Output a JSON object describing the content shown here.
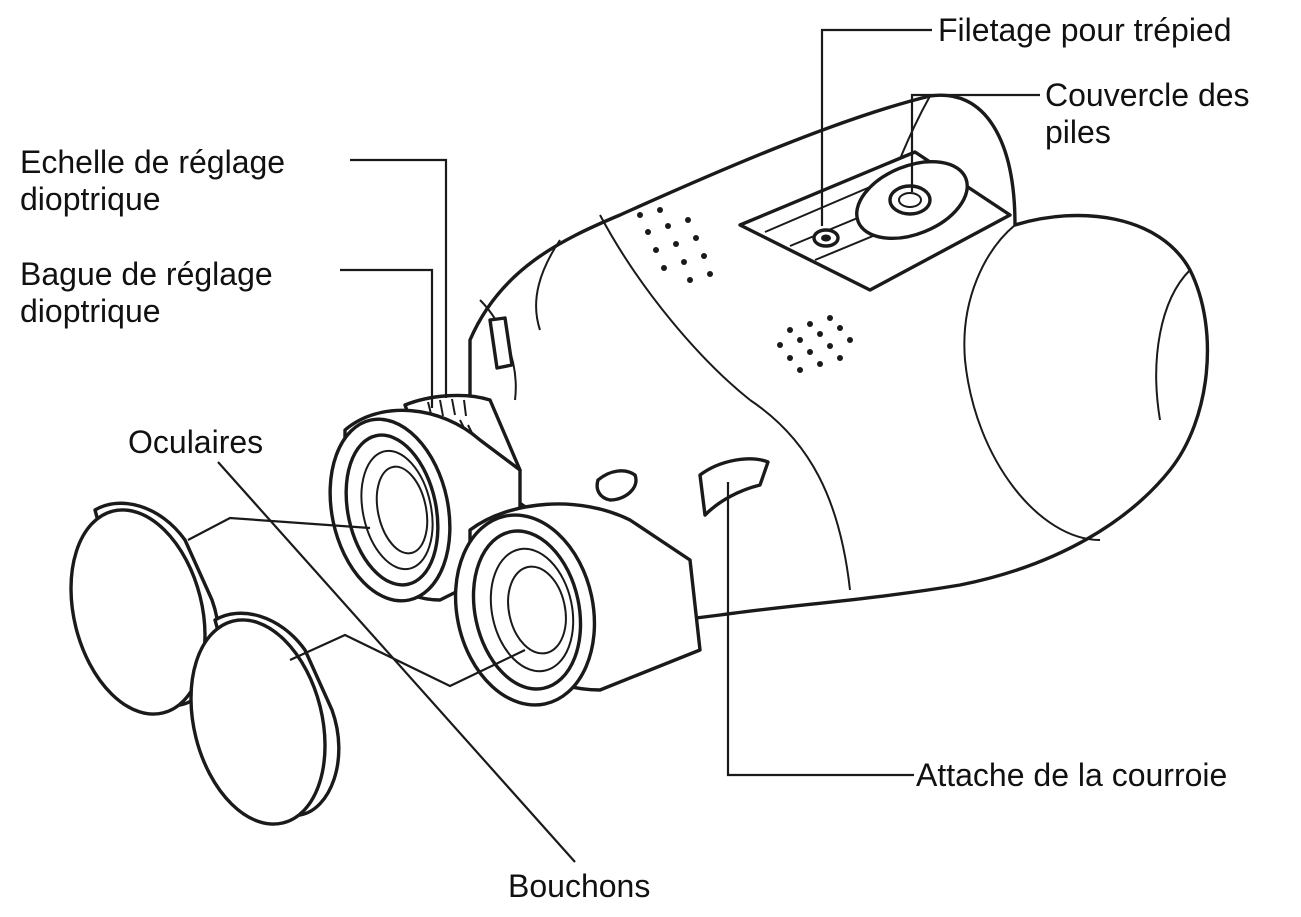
{
  "labels": {
    "tripod": "Filetage pour trépied",
    "battery_1": "Couvercle des",
    "battery_2": "piles",
    "scale_1": "Echelle de réglage",
    "scale_2": "dioptrique",
    "ring_1": "Bague de réglage",
    "ring_2": "dioptrique",
    "eyepieces": "Oculaires",
    "strap": "Attache de la courroie",
    "caps": "Bouchons"
  },
  "colors": {
    "ink": "#1a1a1a",
    "paper": "#ffffff"
  }
}
